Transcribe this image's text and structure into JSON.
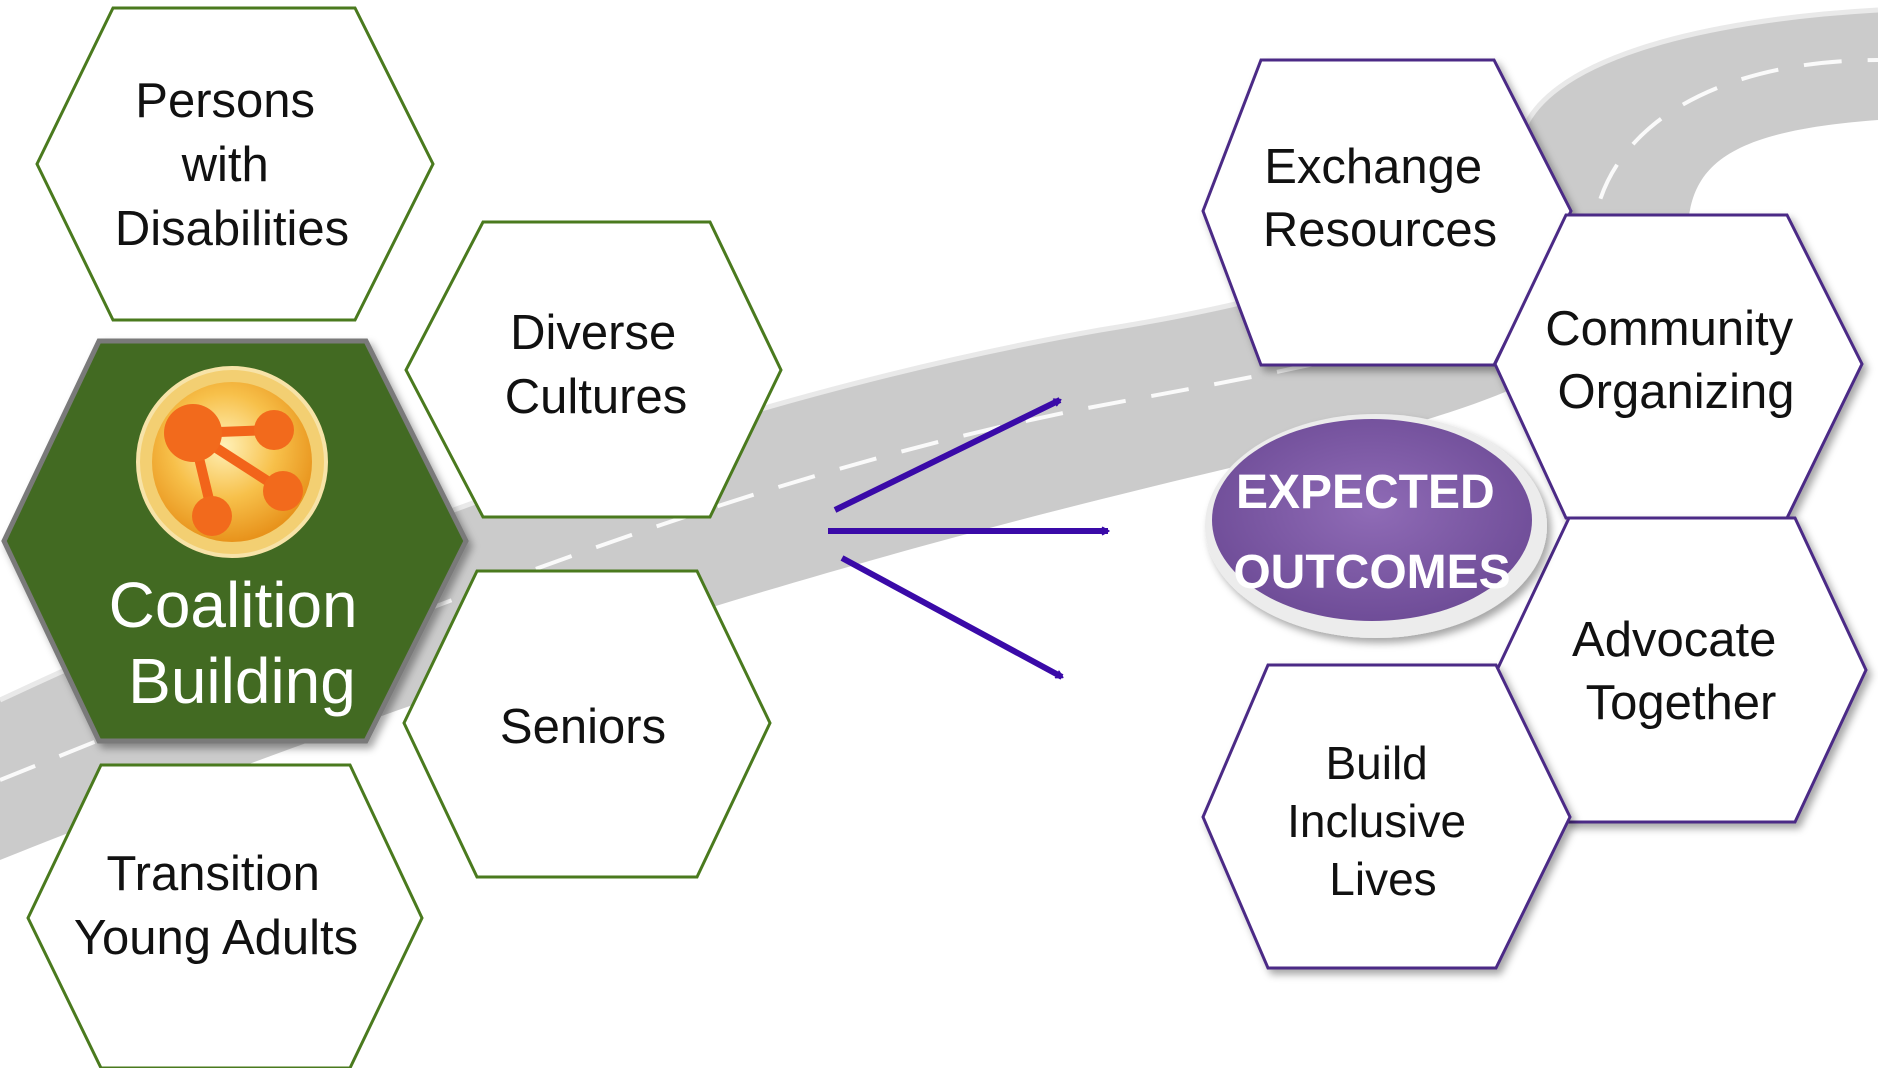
{
  "colors": {
    "green_border": "#4a7a1e",
    "green_fill": "#436a22",
    "purple_border": "#4b2a86",
    "purple_oval": "#7e5aa6",
    "arrow": "#3a0aa8",
    "road": "#c8c8c8"
  },
  "hub": {
    "icon": "network-nodes-icon",
    "lines": [
      "Coalition",
      "Building"
    ]
  },
  "groups": [
    {
      "id": "persons-with-disabilities",
      "lines": [
        "Persons",
        "with",
        "Disabilities"
      ]
    },
    {
      "id": "diverse-cultures",
      "lines": [
        "Diverse",
        "Cultures"
      ]
    },
    {
      "id": "seniors",
      "lines": [
        "Seniors"
      ]
    },
    {
      "id": "transition-young-adults",
      "lines": [
        "Transition",
        "Young Adults"
      ]
    }
  ],
  "center": {
    "lines": [
      "EXPECTED",
      "OUTCOMES"
    ]
  },
  "outcomes": [
    {
      "id": "exchange-resources",
      "lines": [
        "Exchange",
        "Resources"
      ]
    },
    {
      "id": "community-organizing",
      "lines": [
        "Community",
        "Organizing"
      ]
    },
    {
      "id": "advocate-together",
      "lines": [
        "Advocate",
        "Together"
      ]
    },
    {
      "id": "build-inclusive-lives",
      "lines": [
        "Build",
        "Inclusive",
        "Lives"
      ]
    }
  ]
}
